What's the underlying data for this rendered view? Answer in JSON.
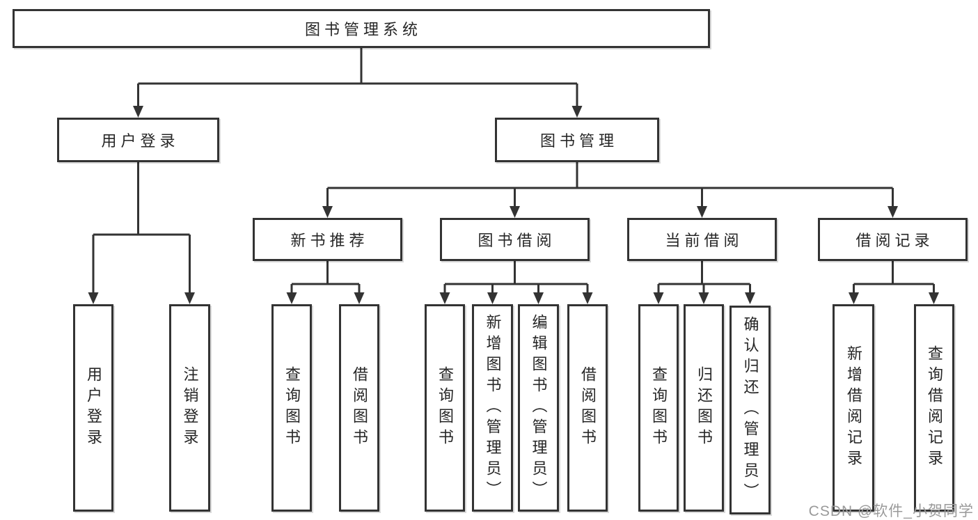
{
  "title": {
    "label": "图书管理系统"
  },
  "branches": {
    "user_login": {
      "label": "用户登录",
      "leaves": [
        {
          "label": "用户登录"
        },
        {
          "label": "注销登录"
        }
      ]
    },
    "book_management": {
      "label": "图书管理",
      "sections": [
        {
          "label": "新书推荐",
          "leaves": [
            {
              "label": "查询图书"
            },
            {
              "label": "借阅图书"
            }
          ]
        },
        {
          "label": "图书借阅",
          "leaves": [
            {
              "label": "查询图书"
            },
            {
              "label": "新增图书（管理员）"
            },
            {
              "label": "编辑图书（管理员）"
            },
            {
              "label": "借阅图书"
            }
          ]
        },
        {
          "label": "当前借阅",
          "leaves": [
            {
              "label": "查询图书"
            },
            {
              "label": "归还图书"
            },
            {
              "label": "确认归还（管理员）"
            }
          ]
        },
        {
          "label": "借阅记录",
          "leaves": [
            {
              "label": "新增借阅记录"
            },
            {
              "label": "查询借阅记录"
            }
          ]
        }
      ]
    }
  },
  "watermark": {
    "text": "CSDN @软件_小贺同学"
  },
  "colors": {
    "line": "#333333",
    "text": "#262626",
    "watermark": "#9a9a9a",
    "background": "#ffffff"
  }
}
